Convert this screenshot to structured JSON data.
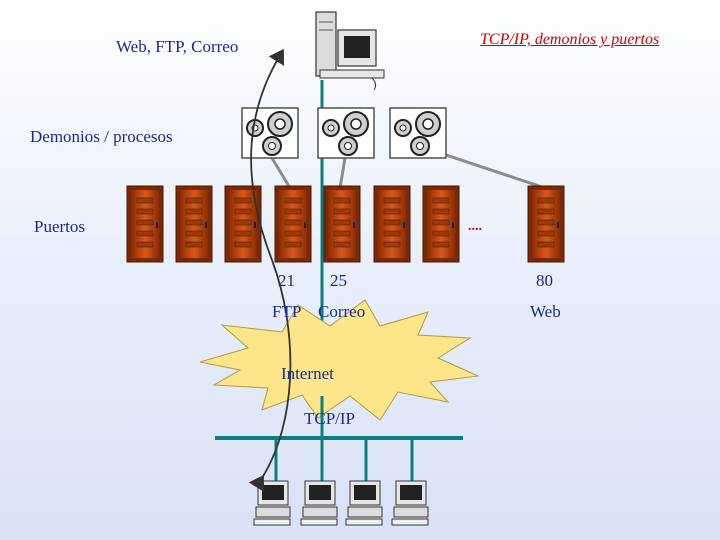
{
  "slide": {
    "title_left": "Web, FTP, Correo",
    "title_link": "TCP/IP, demonios y puertos",
    "label_daemons": "Demonios / procesos",
    "label_ports": "Puertos",
    "ellipsis": "....",
    "ports": [
      {
        "number": "21",
        "service": "FTP"
      },
      {
        "number": "25",
        "service": "Correo"
      },
      {
        "number": "80",
        "service": "Web"
      }
    ],
    "cloud_label": "Internet",
    "network_label": "TCP/IP"
  },
  "colors": {
    "text": "#1a2b8a",
    "link": "#cc0000",
    "cable": "#0b7f80",
    "grey_line": "#8c8c8c",
    "door": "#c24a12",
    "cloud": "#fde68a",
    "arrow": "#333333"
  }
}
